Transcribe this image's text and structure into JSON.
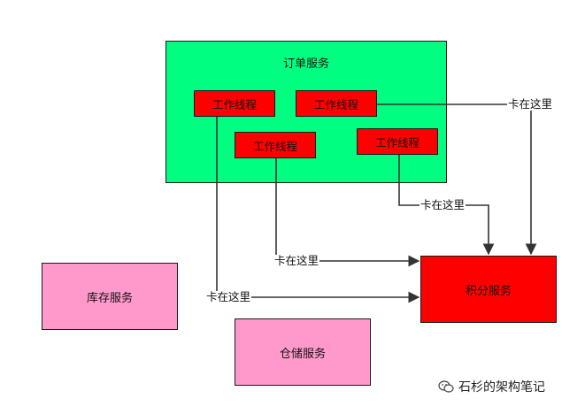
{
  "order_service": {
    "title": "订单服务"
  },
  "threads": [
    "工作线程",
    "工作线程",
    "工作线程",
    "工作线程"
  ],
  "services": {
    "inventory": "库存服务",
    "warehouse": "仓储服务",
    "points": "积分服务"
  },
  "stuck_labels": [
    "卡在这里",
    "卡在这里",
    "卡在这里",
    "卡在这里"
  ],
  "colors": {
    "order_service_bg": "#00ff80",
    "thread_bg": "#ff0000",
    "points_bg": "#ff0000",
    "other_service_bg": "#ff99cc"
  },
  "watermark": {
    "text": "石杉的架构笔记",
    "icon": "wechat-icon"
  }
}
